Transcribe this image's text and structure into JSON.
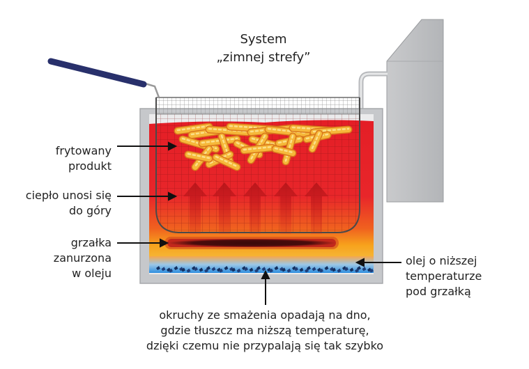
{
  "title": {
    "line1": "System",
    "line2": "„zimnej strefy”"
  },
  "labels": {
    "product": {
      "line1": "frytowany",
      "line2": "produkt"
    },
    "heat": {
      "line1": "ciepło unosi się",
      "line2": "do góry"
    },
    "heater": {
      "line1": "grzałka",
      "line2": "zanurzona",
      "line3": "w oleju"
    },
    "cold_oil": {
      "line1": "olej o niższej",
      "line2": "temperaturze",
      "line3": "pod grzałką"
    },
    "crumbs": {
      "line1": "okruchy ze smażenia opadają na dno,",
      "line2": "gdzie tłuszcz ma niższą temperaturę,",
      "line3": "dzięki czemu nie przypalają się tak szybko"
    }
  },
  "colors": {
    "oil_hot": "#e8202a",
    "oil_warm": "#f58a1c",
    "oil_cold": "#2e8fe0",
    "fries": "#f6b83a",
    "heater": "#3a0a0a",
    "handle": "#28306b",
    "tank": "#bfc1c4"
  },
  "icons": [
    "arrow-up-icon",
    "heater-element-icon",
    "fryer-basket-icon",
    "control-box-icon"
  ]
}
